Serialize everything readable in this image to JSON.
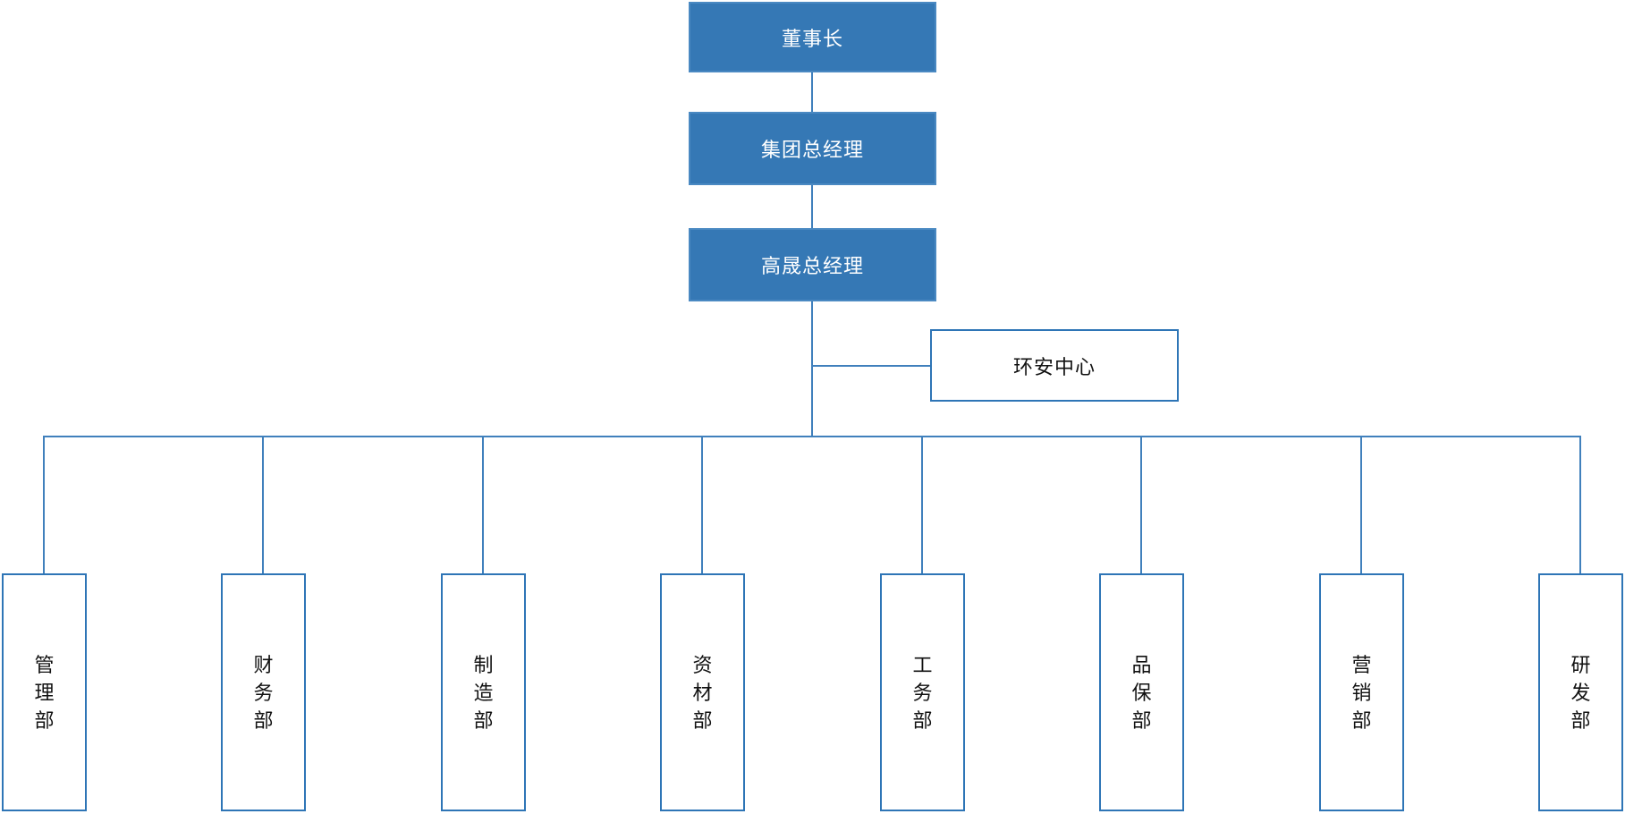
{
  "colors": {
    "node_fill": "#3578B5",
    "node_border": "#4A89C2",
    "outline_border": "#2E75B6",
    "connector": "#4080BC",
    "node_text": "#FFFFFF",
    "outline_text": "#111111",
    "canvas_bg": "#FFFFFF"
  },
  "hierarchy": {
    "level1": {
      "label": "董事长"
    },
    "level2": {
      "label": "集团总经理"
    },
    "level3": {
      "label": "高晟总经理"
    },
    "staff": {
      "label": "环安中心"
    }
  },
  "departments": [
    {
      "label": "管理部"
    },
    {
      "label": "财务部"
    },
    {
      "label": "制造部"
    },
    {
      "label": "资材部"
    },
    {
      "label": "工务部"
    },
    {
      "label": "品保部"
    },
    {
      "label": "营销部"
    },
    {
      "label": "研发部"
    }
  ]
}
